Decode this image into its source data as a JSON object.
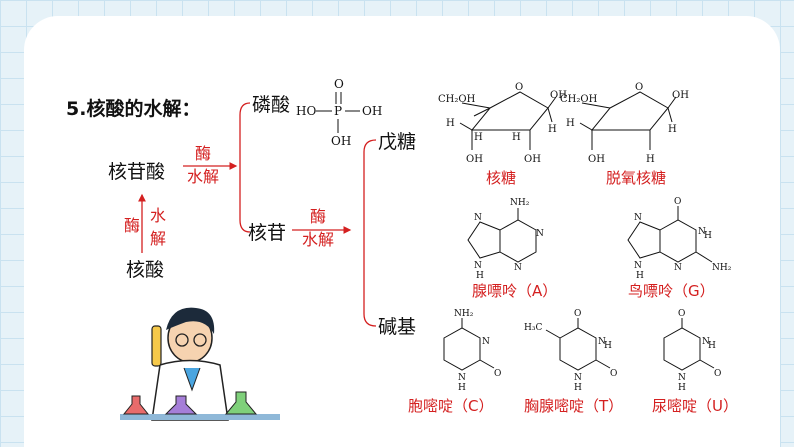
{
  "title": "5.核酸的水解：",
  "nodes": {
    "nucleic_acid": "核酸",
    "nucleotide": "核苷酸",
    "nucleoside": "核苷",
    "phosphoric_acid": "磷酸",
    "pentose": "戊糖",
    "base": "碱基"
  },
  "enzyme_label": "酶",
  "hydrolysis_label": "水解",
  "vertical_hydrolysis": [
    "水",
    "解"
  ],
  "phosphate_formula": {
    "o": "O",
    "ho": "HO",
    "p": "P",
    "oh": "OH"
  },
  "sugars": {
    "ribose": "核糖",
    "deoxyribose": "脱氧核糖",
    "ch2oh": "CH₂OH",
    "o": "O",
    "oh": "OH",
    "h": "H"
  },
  "bases": {
    "adenine": "腺嘌呤（A）",
    "guanine": "鸟嘌呤（G）",
    "cytosine": "胞嘧啶（C）",
    "thymine": "胸腺嘧啶（T）",
    "uracil": "尿嘧啶（U）",
    "nh2": "NH₂",
    "n": "N",
    "h": "H",
    "o": "O",
    "ch3": "H₃C"
  },
  "colors": {
    "accent": "#d42020",
    "text": "#111111",
    "background": "#e6f2f8"
  }
}
